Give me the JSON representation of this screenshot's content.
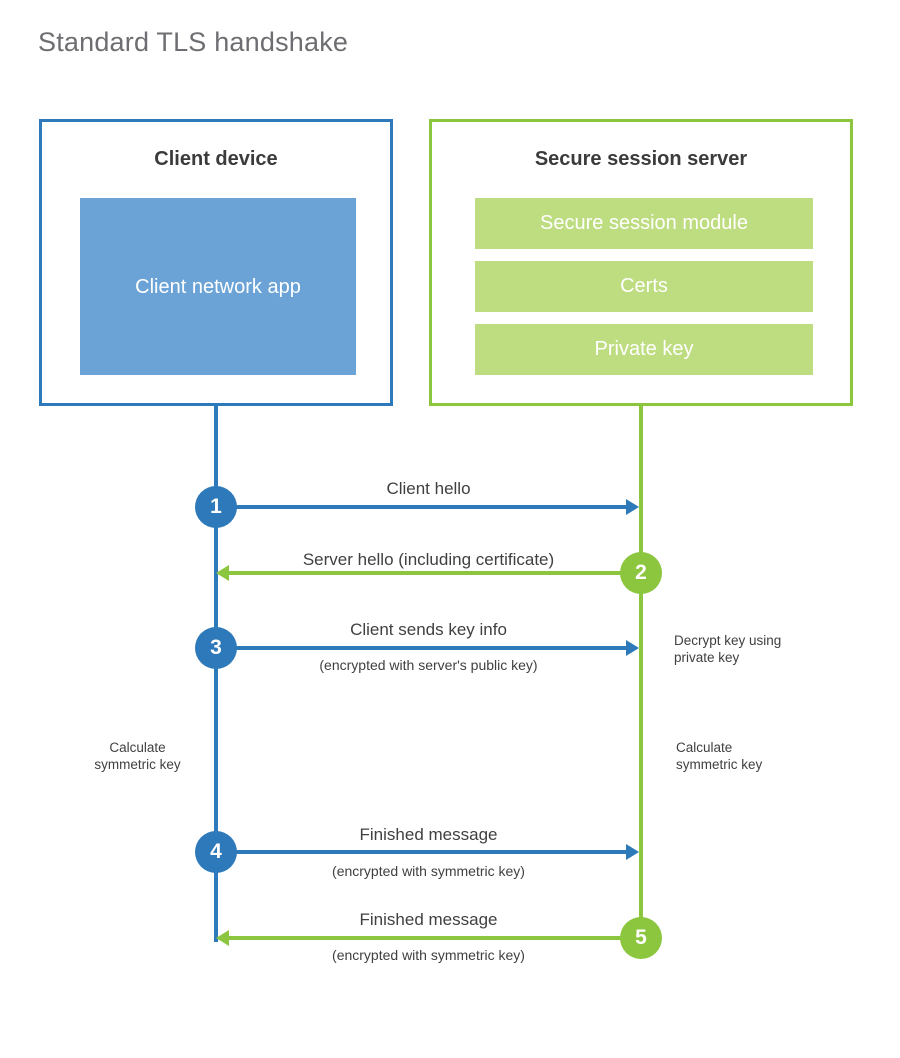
{
  "title": "Standard TLS handshake",
  "colors": {
    "client_accent": "#2d79ba",
    "server_accent": "#8cc63e",
    "client_app_fill": "#6ba3d6",
    "server_bar_fill": "#bedc80",
    "title_text": "#6d6e71",
    "body_text": "#404041",
    "background": "#ffffff"
  },
  "client": {
    "title": "Client device",
    "app_label": "Client network app"
  },
  "server": {
    "title": "Secure session server",
    "modules": [
      {
        "label": "Secure session module"
      },
      {
        "label": "Certs"
      },
      {
        "label": "Private key"
      }
    ]
  },
  "steps": [
    {
      "number": "1",
      "label": "Client hello",
      "sublabel": "",
      "direction": "client-to-server",
      "color": "client"
    },
    {
      "number": "2",
      "label": "Server hello (including certificate)",
      "sublabel": "",
      "direction": "server-to-client",
      "color": "server"
    },
    {
      "number": "3",
      "label": "Client sends key info",
      "sublabel": "(encrypted with server's public key)",
      "direction": "client-to-server",
      "color": "client"
    },
    {
      "number": "4",
      "label": "Finished message",
      "sublabel": "(encrypted with symmetric key)",
      "direction": "client-to-server",
      "color": "client"
    },
    {
      "number": "5",
      "label": "Finished message",
      "sublabel": "(encrypted with symmetric key)",
      "direction": "server-to-client",
      "color": "server"
    }
  ],
  "notes": {
    "decrypt_key_line1": "Decrypt key using",
    "decrypt_key_line2": "private key",
    "client_calc_line1": "Calculate",
    "client_calc_line2": "symmetric key",
    "server_calc_line1": "Calculate",
    "server_calc_line2": "symmetric key"
  }
}
